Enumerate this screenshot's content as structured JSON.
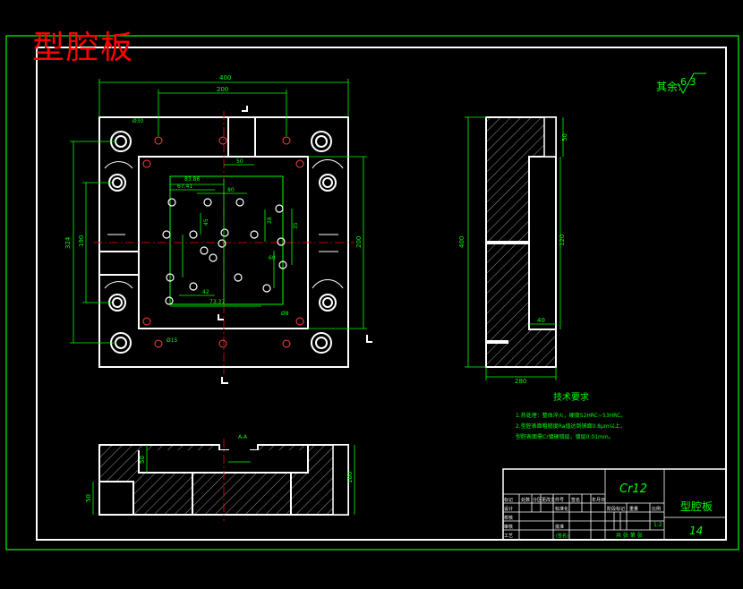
{
  "header": {
    "title": "型腔板"
  },
  "roughness": {
    "label": "其余:",
    "value": "6.3"
  },
  "dims": {
    "top_width": "400",
    "inner_width": "200",
    "left_height_outer": "324",
    "left_height_inner": "190",
    "right_height": "200",
    "side_height": "400",
    "side_width": "280",
    "side_top": "50",
    "side_mid": "120",
    "side_small": "40",
    "center_a": "50",
    "center_b": "80",
    "center_c": "83.86",
    "center_d": "67.41",
    "center_e": "42",
    "center_f": "73.37",
    "center_g": "45",
    "center_h": "28",
    "center_i": "35",
    "center_j": "60",
    "section_h": "50",
    "section_right": "100",
    "section_mid": "50",
    "hole_a": "Ø30",
    "hole_b": "Ø15",
    "hole_c": "Ø8",
    "view_label": "A-A"
  },
  "tech": {
    "heading": "技术要求",
    "line1": "1.热处理：整体淬火，硬度52HRC~53HRC。",
    "line2": "2.型腔表面粗糙度Ra值达到镜面0.8μm以上，",
    "line3": "  型腔表面需Cr镀硬铬层，镀层0.01mm。"
  },
  "titleblock": {
    "material": "Cr12",
    "part_name": "型腔板",
    "drawing_no": "14",
    "scale": "1:2",
    "row_labels": [
      "标记",
      "处数",
      "分区",
      "更改文件号",
      "签名",
      "年月日"
    ],
    "left_labels": [
      "设计",
      "校核",
      "审核",
      "工艺"
    ],
    "mid_labels": [
      "标准化",
      "批准"
    ],
    "stage_labels": [
      "阶段标记",
      "重量",
      "比例"
    ],
    "sheet_info": "共  张  第  张",
    "std_mark": "(签名)"
  }
}
